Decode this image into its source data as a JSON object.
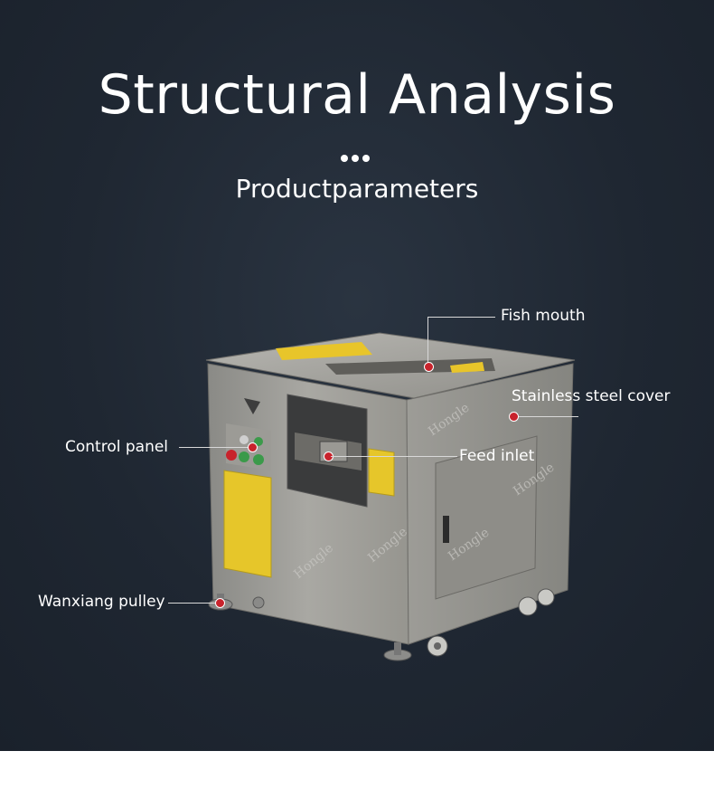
{
  "title": "Structural Analysis",
  "subtitle": "Productparameters",
  "callouts": {
    "fish_mouth": "Fish mouth",
    "stainless_cover": "Stainless steel cover",
    "control_panel": "Control panel",
    "feed_inlet": "Feed inlet",
    "wanxiang_pulley": "Wanxiang pulley"
  },
  "watermark": "Hongle",
  "colors": {
    "background": "#1f2732",
    "marker": "#c8232c",
    "text": "#ffffff"
  }
}
